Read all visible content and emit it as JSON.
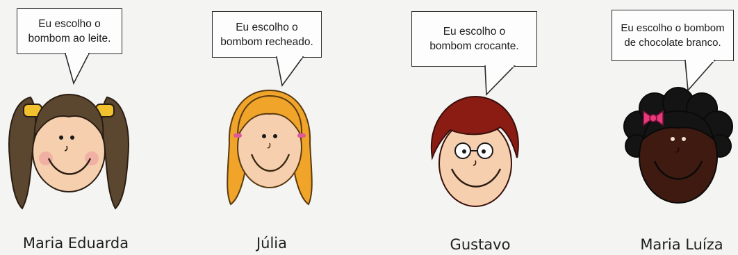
{
  "children": [
    {
      "name": "Maria Eduarda",
      "speech": "Eu escolho o\nbombom ao leite."
    },
    {
      "name": "Júlia",
      "speech": "Eu escolho o\nbombom recheado."
    },
    {
      "name": "Gustavo",
      "speech": "Eu escolho o\nbombom crocante."
    },
    {
      "name": "Maria Luíza",
      "speech": "Eu escolho o bombom\nde chocolate branco."
    }
  ],
  "colors": {
    "skin_light": "#f5cfae",
    "skin_dark": "#3f1a10",
    "hair_brown": "#5b4630",
    "hair_blonde": "#f0a52a",
    "hair_red": "#8a1c14",
    "hair_black": "#141414",
    "bow_pink": "#e83a7a",
    "hairtie_yellow": "#f1c22e"
  }
}
